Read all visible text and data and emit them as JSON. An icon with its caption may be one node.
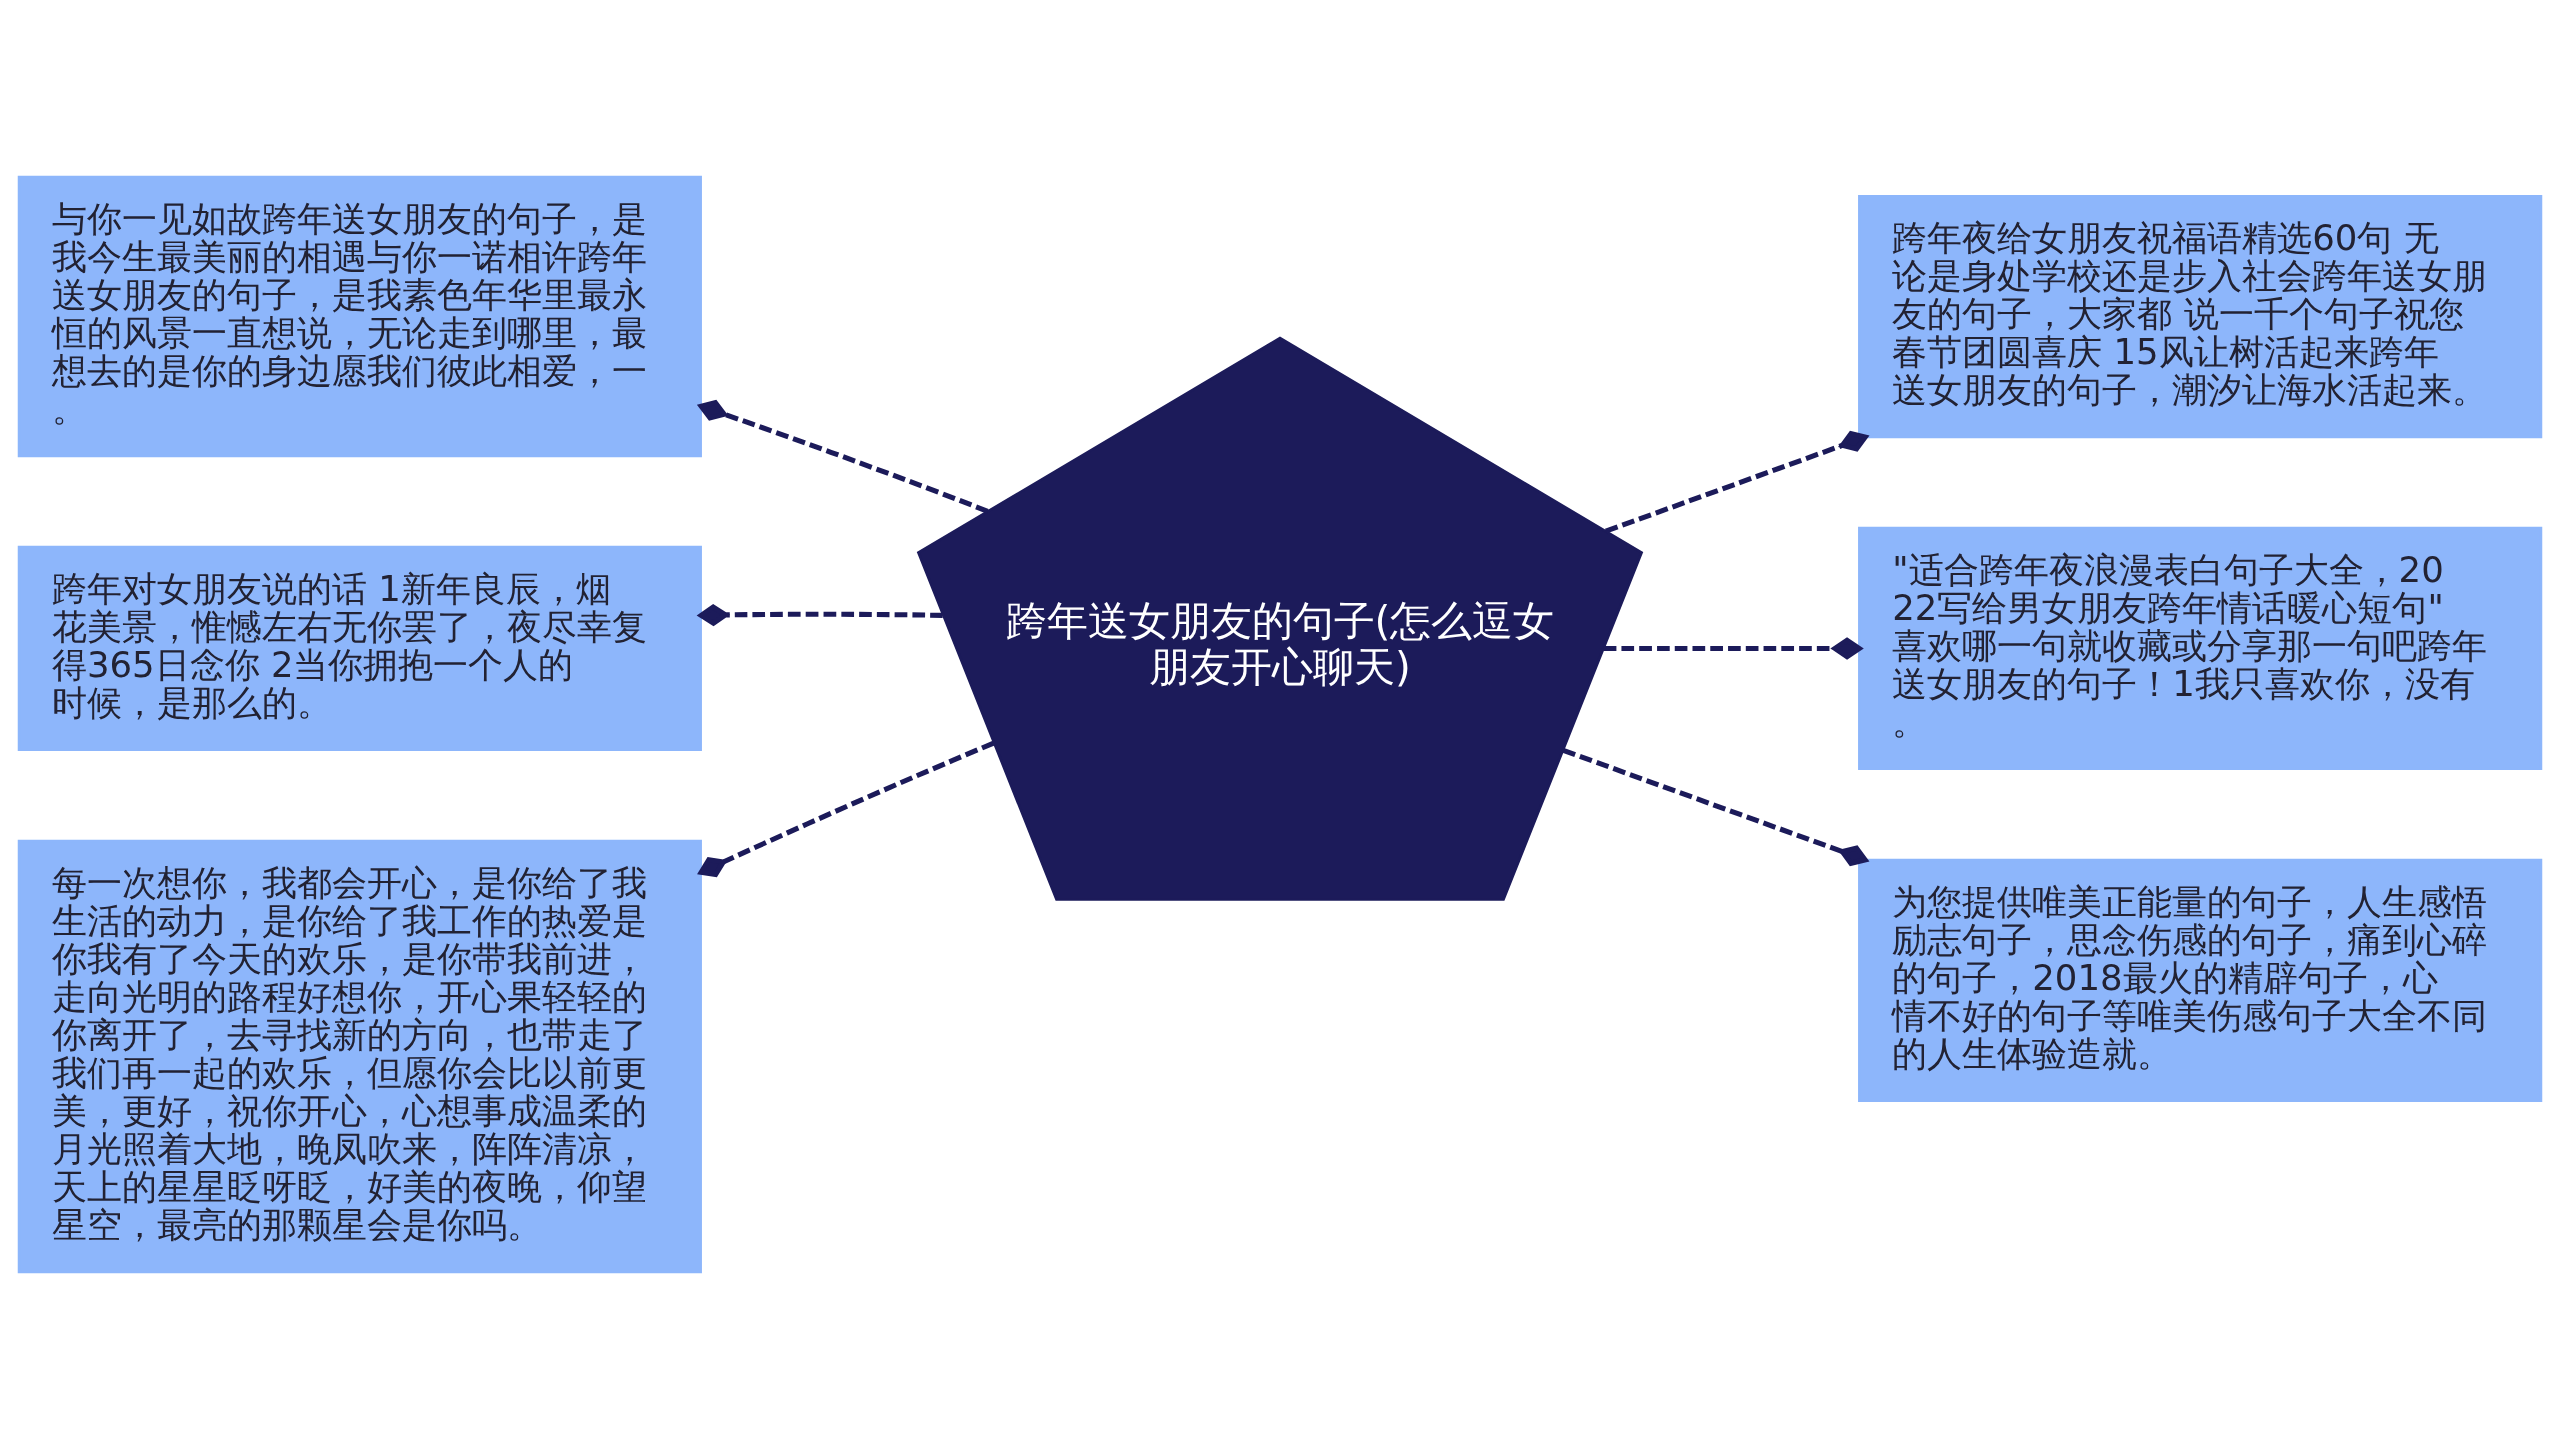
{
  "diagram": {
    "nodes": [
      {
        "text": [
          "跨年送女朋友的句子(怎么逗女朋友开心聊天)"
        ]
      },
      {
        "text": [
          "与你一见如故跨年送女朋友的句子，是我今生最美丽的相遇与你一诺相许跨年送女朋友的句子，是我素色年华里最永恒的风景一直想说，无论走到哪里，最想去的是你的身边愿我们彼此相爱，一。"
        ]
      },
      {
        "text": [
          "跨年对女朋友说的话 1新年良辰，烟花美景，惟憾左右无你罢了，夜尽幸复得365日念你 2当你拥抱一个人的时候，是那么的。"
        ]
      },
      {
        "text": [
          "每一次想你，我都会开心，是你给了我生活的动力，是你给了我工作的热爱是你我有了今天的欢乐，是你带我前进，走向光明的路程好想你，开心果轻轻的你离开了，去寻找新的方向，也带走了我们再一起的欢乐，但愿你会比以前更美，更好，祝你开心，心想事成温柔的月光照着大地，晚凤吹来，阵阵清凉，天上的星星眨呀眨，好美的夜晚，仰望星空，最亮的那颗星会是你吗。"
        ]
      },
      {
        "text": [
          "跨年夜给女朋友祝福语精选60句 无论是身处学校还是步入社会跨年送女朋友的句子，大家都 说一千个句子祝您春节团圆喜庆 15风让树活起来跨年送女朋友的句子，潮汐让海水活起来。"
        ]
      },
      {
        "text": [
          "\"适合跨年夜浪漫表白句子大全，2022写给男女朋友跨年情话暖心短句\"喜欢哪一句就收藏或分享那一句吧跨年送女朋友的句子！1我只喜欢你，没有。"
        ]
      },
      {
        "text": [
          "为您提供唯美正能量的句子，人生感悟励志句子，思念伤感的句子，痛到心碎的句子，2018最火的精辟句子，心情不好的句子等唯美伤感句子大全不同的人生体验造就。"
        ]
      }
    ],
    "edges": [
      {
        "from": 0,
        "to": 1,
        "arrow": "other",
        "style": "dashed"
      },
      {
        "from": 0,
        "to": 2,
        "arrow": "other",
        "style": "dashed"
      },
      {
        "from": 0,
        "to": 3,
        "arrow": "other",
        "style": "dashed"
      },
      {
        "from": 0,
        "to": 4,
        "arrow": "other",
        "style": "dashed"
      },
      {
        "from": 0,
        "to": 5,
        "arrow": "other",
        "style": "dashed"
      },
      {
        "from": 0,
        "to": 6,
        "arrow": "other",
        "style": "dashed"
      }
    ]
  }
}
